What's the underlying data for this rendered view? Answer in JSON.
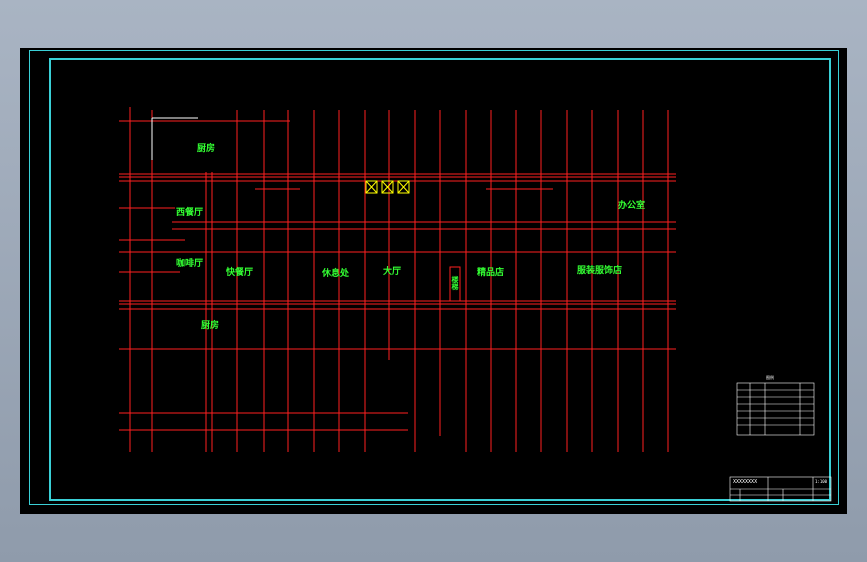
{
  "drawing": {
    "rooms": {
      "kitchen_top": "厨房",
      "western_restaurant": "西餐厅",
      "cafe": "咖啡厅",
      "fast_food": "快餐厅",
      "rest_area": "休息处",
      "lobby": "大厅",
      "gift_shop": "精品店",
      "clothing_store": "服装服饰店",
      "office": "办公室",
      "kitchen_bottom": "厨房",
      "stair": "楼梯"
    },
    "legend": {
      "title": "图例"
    },
    "title_block": {
      "project": "XXXXXXXX",
      "scale": "1:100"
    }
  },
  "colors": {
    "background": "#000000",
    "border": "#3ad0d6",
    "grid_line": "#ff2020",
    "label": "#33ff33",
    "symbol": "#ffff00",
    "table": "#ffffff"
  }
}
